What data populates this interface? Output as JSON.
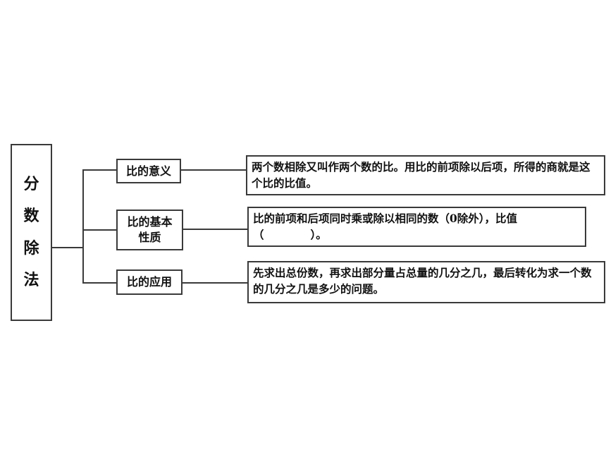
{
  "root": {
    "chars": [
      "分",
      "数",
      "除",
      "法"
    ]
  },
  "branches": [
    {
      "title": "比的意义",
      "description": "两个数相除又叫作两个数的比。用比的前项除以后项，所得的商就是这个比的比值。"
    },
    {
      "title": "比的基本性质",
      "title_lines": [
        "比的基本",
        "性质"
      ],
      "description_line1": "比的前项和后项同时乘或除以相同的数（0除外），比值",
      "description_open": "（",
      "description_close": "）。"
    },
    {
      "title": "比的应用",
      "description": "先求出总份数，再求出部分量占总量的几分之几，最后转化为求一个数的几分之几是多少的问题。"
    }
  ]
}
